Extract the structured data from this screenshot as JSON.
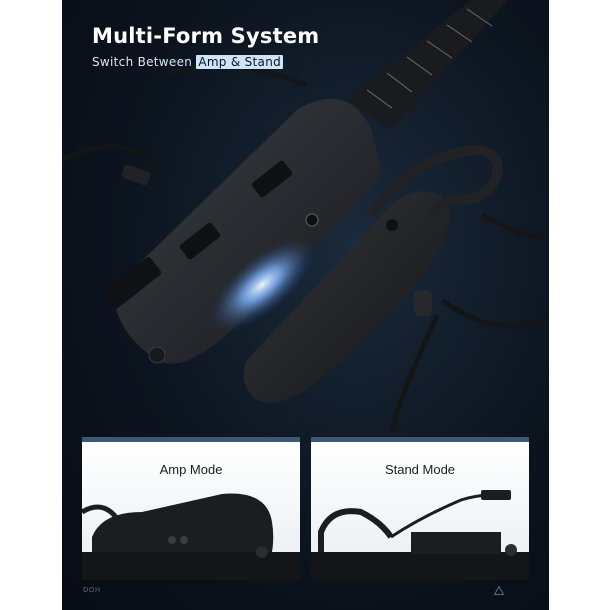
{
  "poster": {
    "title": "Multi-Form System",
    "subtitle_prefix": "Switch Between ",
    "subtitle_highlight": "Amp & Stand"
  },
  "panels": {
    "amp_label": "Amp Mode",
    "stand_label": "Stand Mode"
  },
  "footer": {
    "brand": "DOH"
  },
  "icons": [
    "triangle-icon"
  ],
  "colors": {
    "background": "#0c141f",
    "highlight": "#cfe4f7",
    "panel_border": "#3c5877",
    "glow": "#7fb4ff"
  }
}
